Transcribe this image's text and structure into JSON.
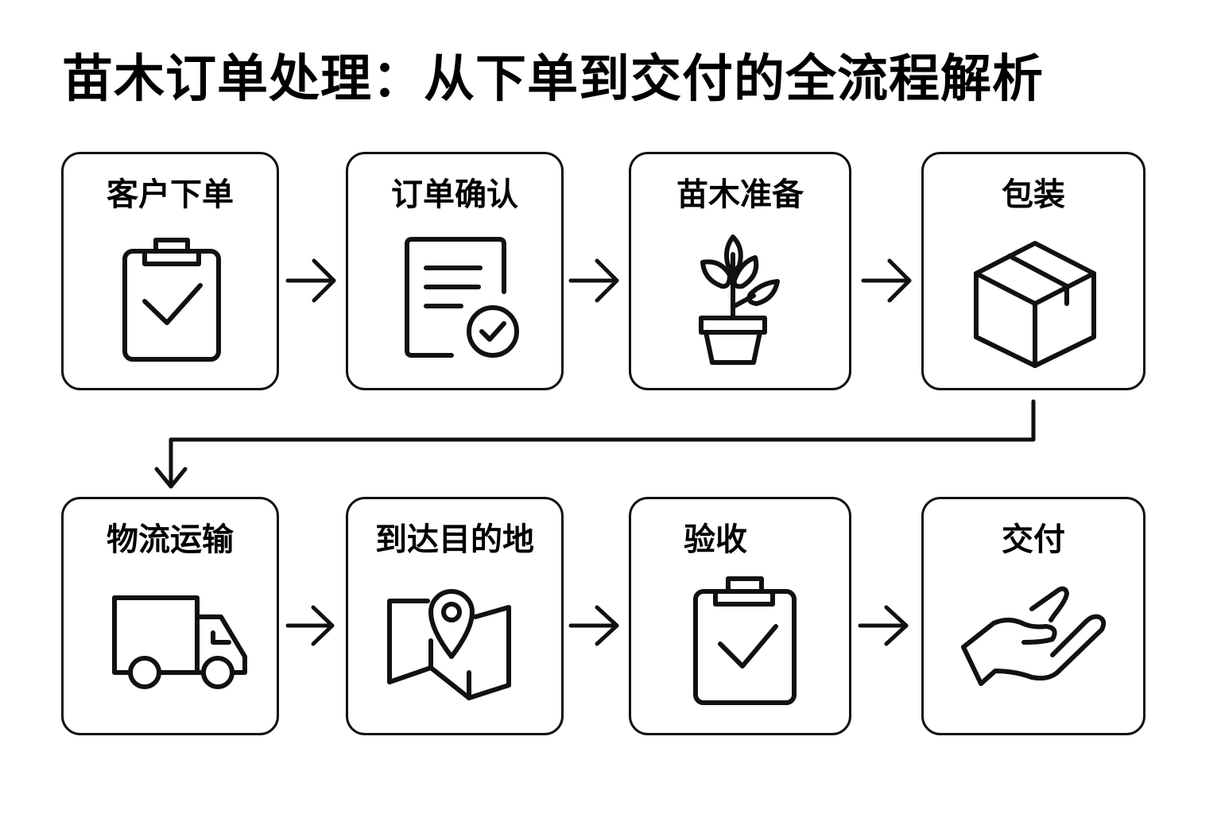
{
  "title": "苗木订单处理：从下单到交付的全流程解析",
  "steps": [
    {
      "label": "客户下单",
      "icon": "clipboard-check-icon"
    },
    {
      "label": "订单确认",
      "icon": "document-check-icon"
    },
    {
      "label": "苗木准备",
      "icon": "potted-plant-icon"
    },
    {
      "label": "包装",
      "icon": "package-box-icon"
    },
    {
      "label": "物流运输",
      "icon": "delivery-truck-icon"
    },
    {
      "label": "到达目的地",
      "icon": "map-pin-icon"
    },
    {
      "label": "验收",
      "icon": "clipboard-check-icon"
    },
    {
      "label": "交付",
      "icon": "hand-delivery-icon"
    }
  ],
  "colors": {
    "stroke": "#111111",
    "background": "#ffffff"
  }
}
